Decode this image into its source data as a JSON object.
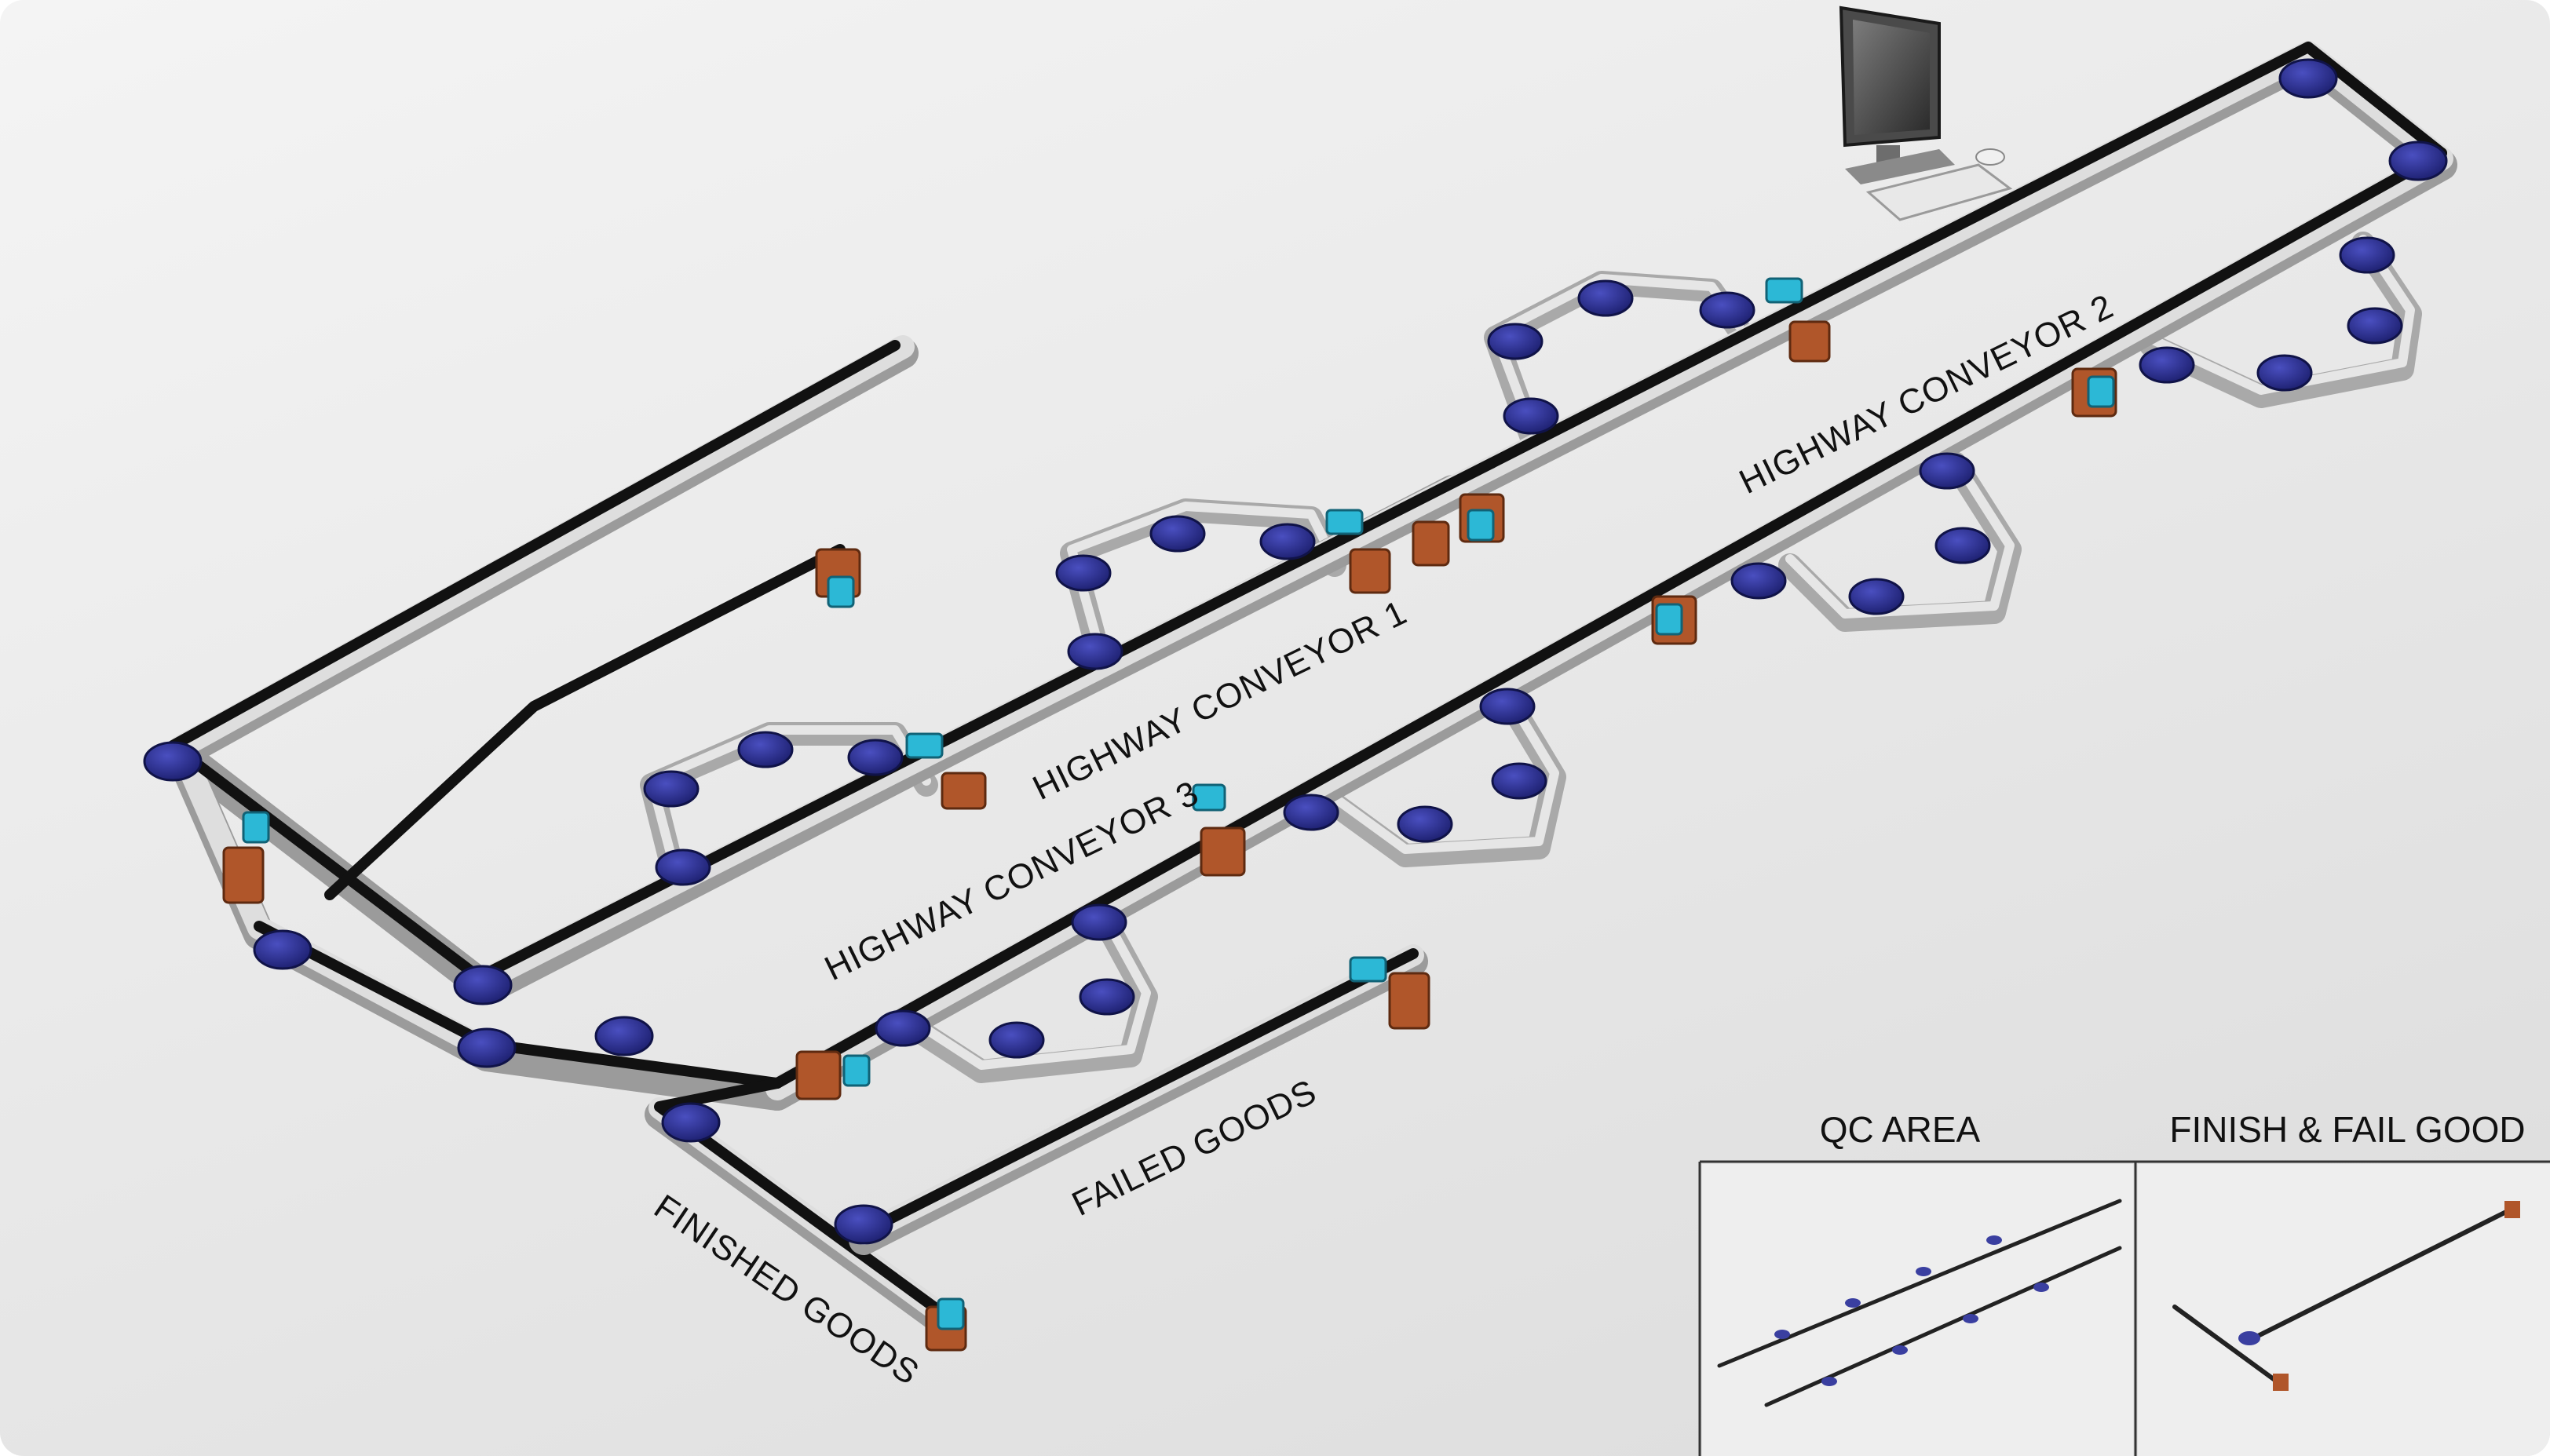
{
  "labels": {
    "highway1": "HIGHWAY CONVEYOR 1",
    "highway2": "HIGHWAY CONVEYOR 2",
    "highway3": "HIGHWAY CONVEYOR 3",
    "failed": "FAILED GOODS",
    "finished": "FINISHED GOODS"
  },
  "inset": {
    "qc_title": "QC AREA",
    "finish_title": "FINISH & FAIL GOOD"
  },
  "colors": {
    "belt": "#111111",
    "rail": "#cfcfcf",
    "roller": "#2b2f8f",
    "motor": "#b0562a",
    "sensor": "#2cb8d6"
  }
}
